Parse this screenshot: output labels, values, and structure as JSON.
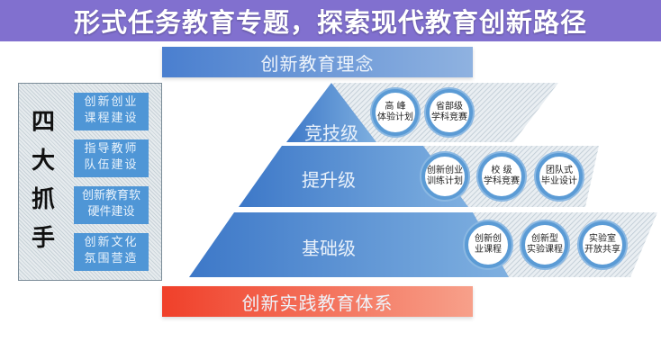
{
  "top_bar": {
    "label": "创新教育理念"
  },
  "bottom_bar": {
    "label": "创新实践教育体系"
  },
  "left_panel": {
    "title": [
      "四",
      "大",
      "抓",
      "手"
    ],
    "items": [
      {
        "line1": "创新创业",
        "line2": "课程建设"
      },
      {
        "line1": "指导教师",
        "line2": "队伍建设"
      },
      {
        "line1": "创新教育软",
        "line2": "硬件建设"
      },
      {
        "line1": "创新文化",
        "line2": "氛围营造"
      }
    ]
  },
  "pyramid": {
    "tiers": [
      {
        "label": "竞技级",
        "circles": [
          {
            "line1": "高 峰",
            "line2": "体验计划"
          },
          {
            "line1": "省部级",
            "line2": "学科竞赛"
          }
        ]
      },
      {
        "label": "提升级",
        "circles": [
          {
            "line1": "创新创业",
            "line2": "训练计划"
          },
          {
            "line1": "校 级",
            "line2": "学科竞赛"
          },
          {
            "line1": "团队式",
            "line2": "毕业设计"
          }
        ]
      },
      {
        "label": "基础级",
        "circles": [
          {
            "line1": "创新创",
            "line2": "业课程"
          },
          {
            "line1": "创新型",
            "line2": "实验课程"
          },
          {
            "line1": "实验室",
            "line2": "开放共享"
          }
        ]
      }
    ]
  },
  "banner": {
    "title": "形式任务教育专题，探索现代教育创新路径"
  },
  "colors": {
    "blue": "#4a7fcf",
    "red": "#f0402a",
    "banner": "#705cc8"
  }
}
